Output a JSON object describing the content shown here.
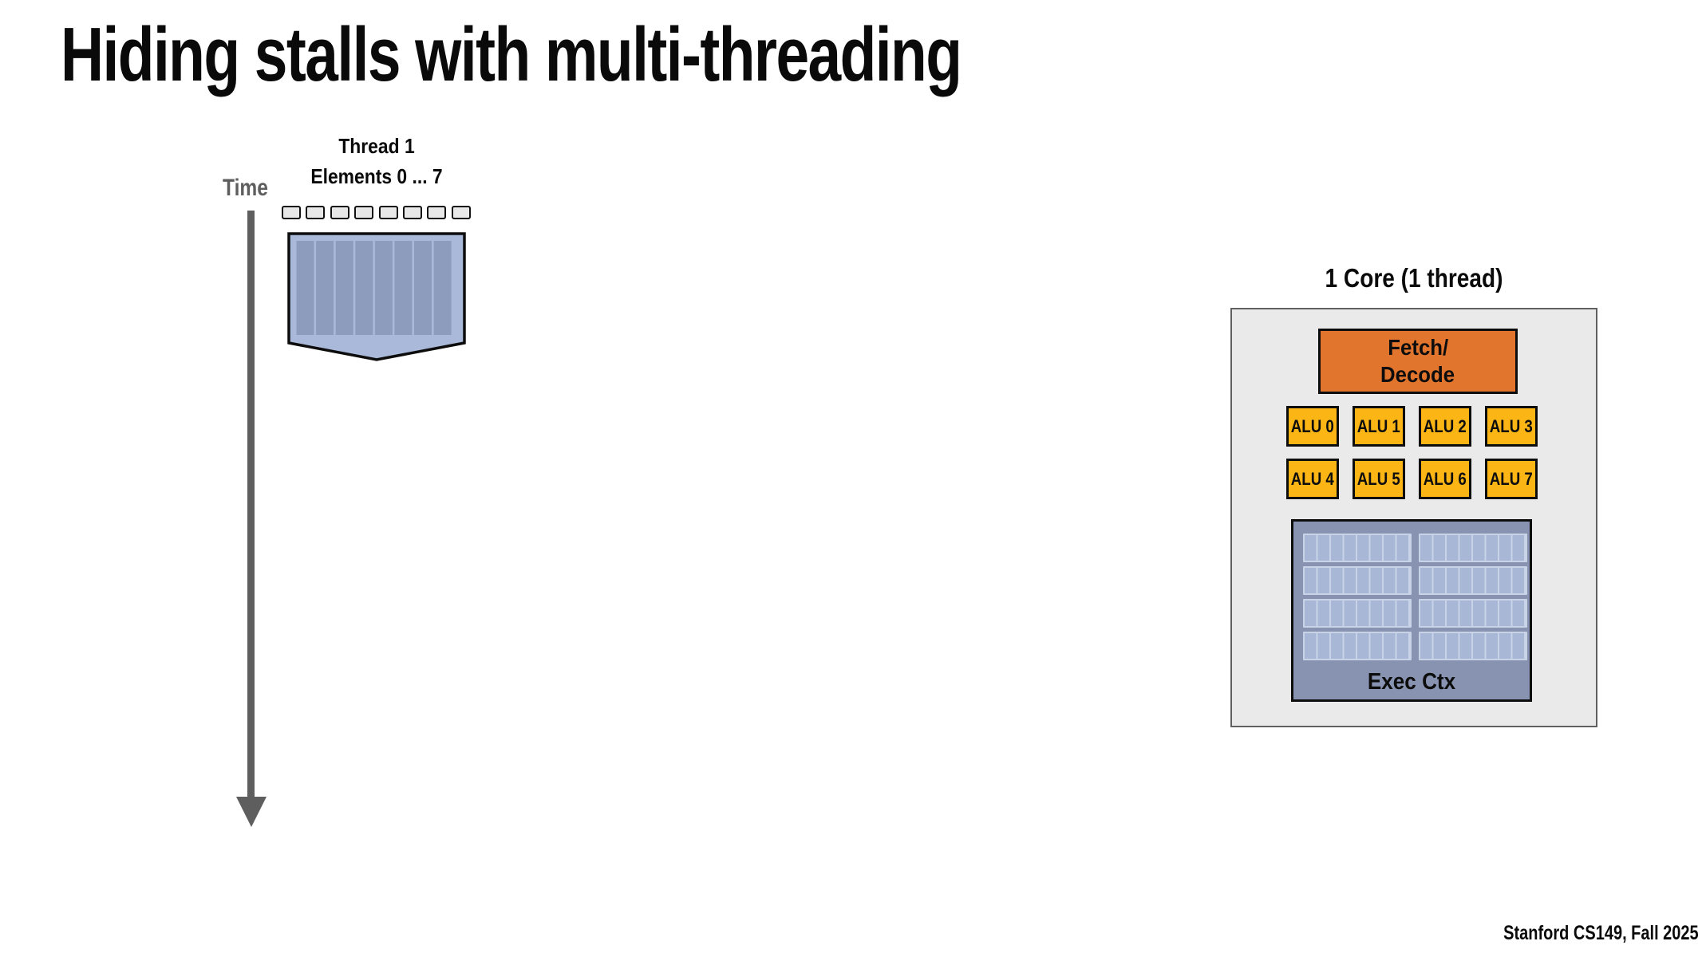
{
  "slide": {
    "title": "Hiding stalls with multi-threading",
    "footer": "Stanford CS149, Fall 2025"
  },
  "timeline": {
    "time_label": "Time",
    "thread_label": "Thread 1",
    "elements_label": "Elements 0 ... 7",
    "element_box_count": 8,
    "work_block_stripes": 8
  },
  "core": {
    "title": "1 Core (1 thread)",
    "fetch_decode_line1": "Fetch/",
    "fetch_decode_line2": "Decode",
    "alus": [
      "ALU 0",
      "ALU 1",
      "ALU 2",
      "ALU 3",
      "ALU 4",
      "ALU 5",
      "ALU 6",
      "ALU 7"
    ],
    "exec_ctx_label": "Exec Ctx",
    "context_grid": {
      "rows": 4,
      "cols": 2,
      "cells_per_block": 8
    }
  },
  "colors": {
    "fetch_decode_fill": "#E2752D",
    "alu_fill": "#FBB515",
    "exec_ctx_fill": "#8793B0",
    "context_cell_fill": "#A8B7D6",
    "context_cell_line": "#C8D3E8",
    "work_block_fill": "#AAB9DA",
    "work_block_stripe": "#8D9BBD",
    "element_box_fill": "#E8E8E8",
    "core_background": "#EAEAEA",
    "time_gray": "#5E5E5E"
  }
}
